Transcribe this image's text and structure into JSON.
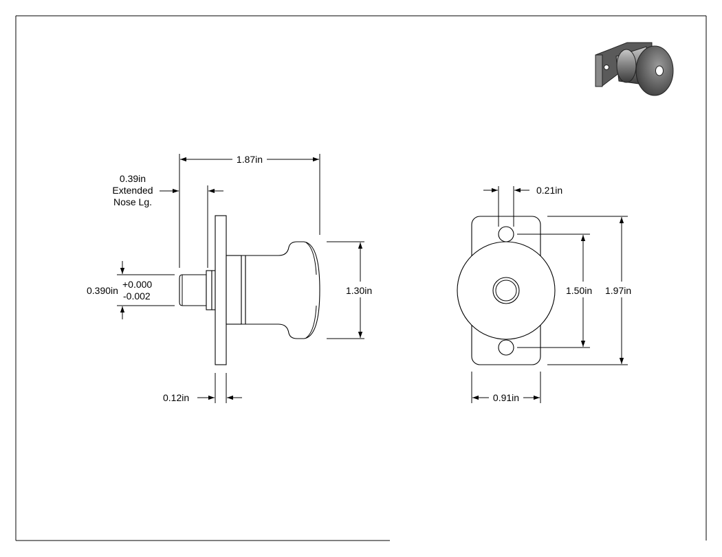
{
  "dimensions": {
    "overall_length": "1.87in",
    "nose_length_value": "0.39in",
    "nose_length_line1": "Extended",
    "nose_length_line2": "Nose Lg.",
    "nose_diameter": "0.390in",
    "tol_plus": "+0.000",
    "tol_minus": "-0.002",
    "knob_diameter": "1.30in",
    "flange_thickness": "0.12in",
    "hole_diameter": "0.21in",
    "hole_spacing": "1.50in",
    "flange_height": "1.97in",
    "flange_width": "0.91in"
  },
  "colors": {
    "part_fill": "#ffffff",
    "line": "#000000",
    "iso_dark": "#3a3a3a",
    "iso_mid": "#7d7d7d",
    "iso_light": "#bdbdbd"
  },
  "icons": {
    "isometric_view": "plunger-3d-icon",
    "arrowhead": "dimension-arrow"
  }
}
